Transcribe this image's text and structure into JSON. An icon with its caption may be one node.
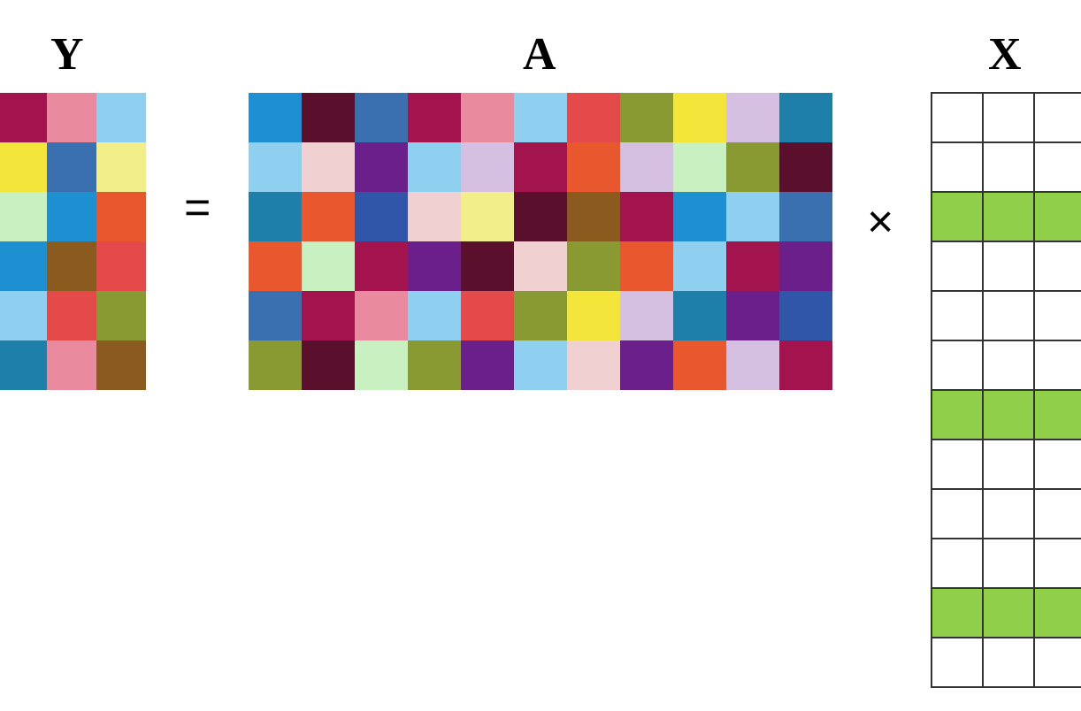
{
  "diagram": {
    "nodes": [
      {
        "text": [
          "Y"
        ]
      },
      {
        "text": [
          "A"
        ]
      },
      {
        "text": [
          "X"
        ]
      }
    ],
    "labels": [
      "=",
      "×"
    ]
  }
}
